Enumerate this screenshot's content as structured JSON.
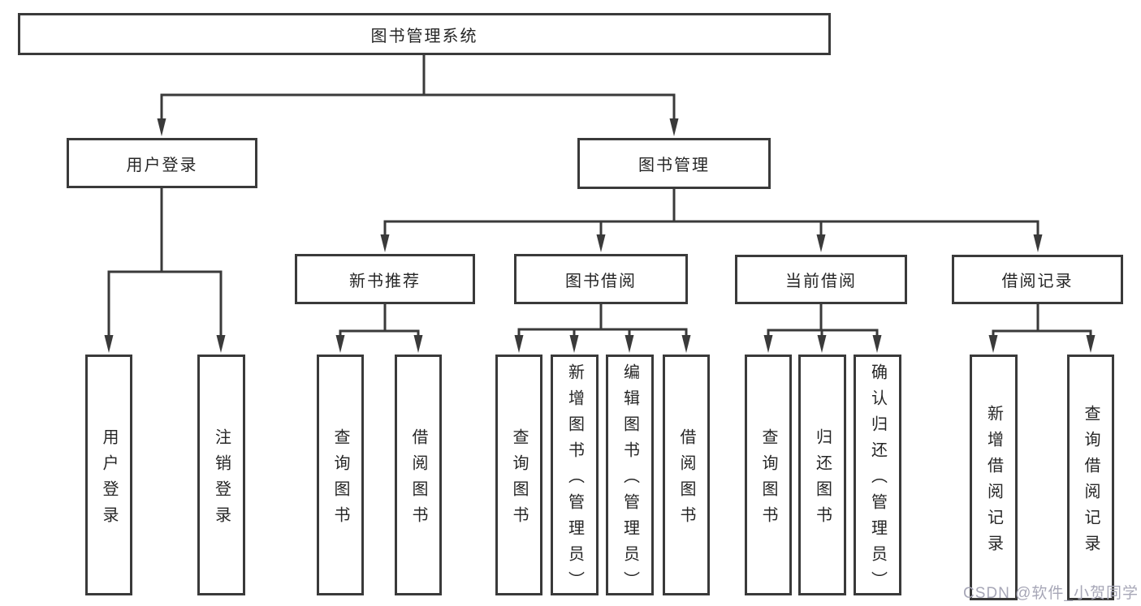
{
  "diagram": {
    "root": {
      "label": "图书管理系统"
    },
    "branches": [
      {
        "label": "用户登录",
        "children": [
          {
            "label": "用户登录"
          },
          {
            "label": "注销登录"
          }
        ]
      },
      {
        "label": "图书管理",
        "children": [
          {
            "label": "新书推荐",
            "children": [
              {
                "label": "查询图书"
              },
              {
                "label": "借阅图书"
              }
            ]
          },
          {
            "label": "图书借阅",
            "children": [
              {
                "label": "查询图书"
              },
              {
                "label": "新增图书（管理员）"
              },
              {
                "label": "编辑图书（管理员）"
              },
              {
                "label": "借阅图书"
              }
            ]
          },
          {
            "label": "当前借阅",
            "children": [
              {
                "label": "查询图书"
              },
              {
                "label": "归还图书"
              },
              {
                "label": "确认归还（管理员）"
              }
            ]
          },
          {
            "label": "借阅记录",
            "children": [
              {
                "label": "新增借阅记录"
              },
              {
                "label": "查询借阅记录"
              }
            ]
          }
        ]
      }
    ]
  },
  "watermark": {
    "text": "CSDN @软件_小贺同学"
  },
  "colors": {
    "line": "#3a3a3a",
    "text": "#262626",
    "background": "#ffffff",
    "watermark": "#a7a7b7"
  }
}
